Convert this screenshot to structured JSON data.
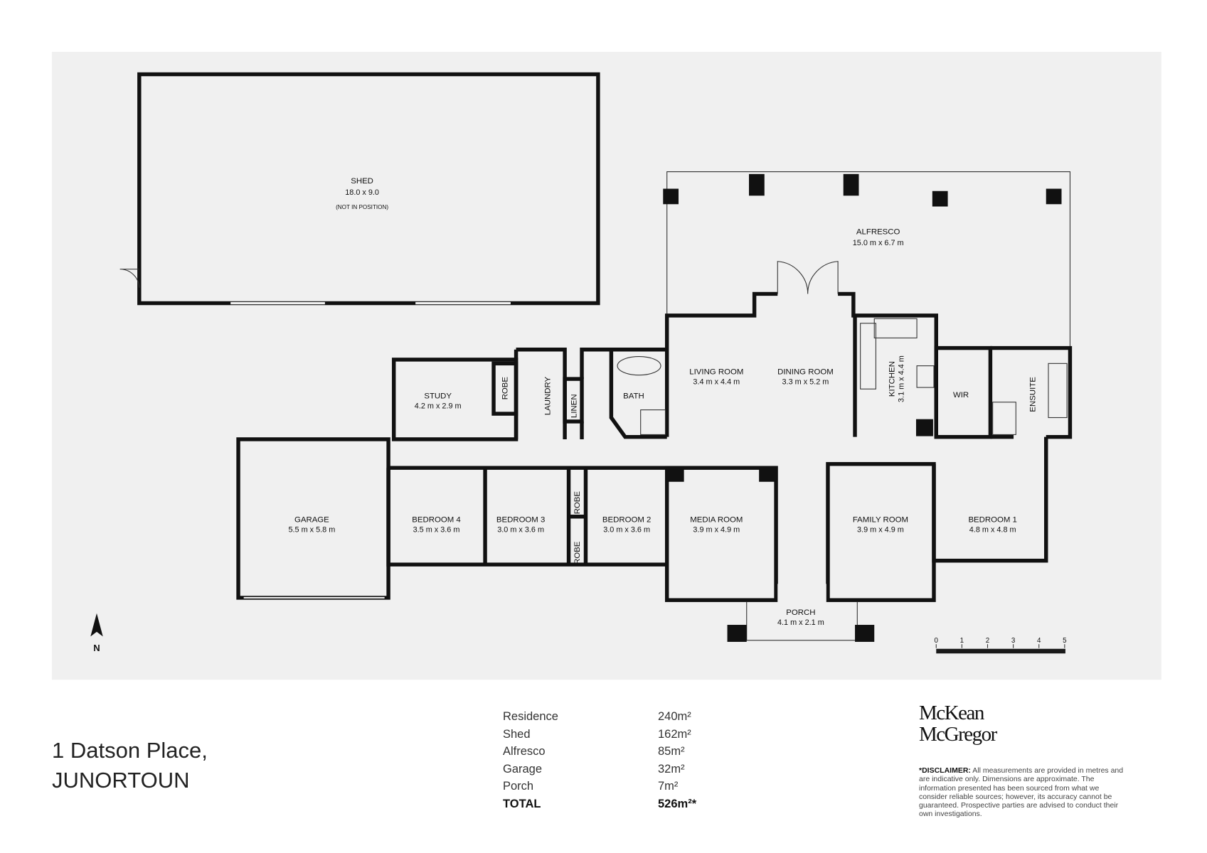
{
  "plan": {
    "rooms": [
      {
        "id": "shed",
        "name": "SHED",
        "dims": "18.0 x 9.0",
        "note": "(NOT IN POSITION)"
      },
      {
        "id": "alfresco",
        "name": "ALFRESCO",
        "dims": "15.0 m x 6.7 m"
      },
      {
        "id": "study",
        "name": "STUDY",
        "dims": "4.2 m x 2.9 m"
      },
      {
        "id": "robe-study",
        "name": "ROBE"
      },
      {
        "id": "laundry",
        "name": "LAUNDRY"
      },
      {
        "id": "linen",
        "name": "LINEN"
      },
      {
        "id": "bath",
        "name": "BATH"
      },
      {
        "id": "living",
        "name": "LIVING ROOM",
        "dims": "3.4 m x 4.4 m"
      },
      {
        "id": "dining",
        "name": "DINING ROOM",
        "dims": "3.3 m x 5.2 m"
      },
      {
        "id": "kitchen",
        "name": "KITCHEN",
        "dims": "3.1 m x 4.4 m"
      },
      {
        "id": "wir",
        "name": "WIR"
      },
      {
        "id": "ensuite",
        "name": "ENSUITE"
      },
      {
        "id": "garage",
        "name": "GARAGE",
        "dims": "5.5 m x 5.8 m"
      },
      {
        "id": "bedroom4",
        "name": "BEDROOM 4",
        "dims": "3.5 m x 3.6 m"
      },
      {
        "id": "bedroom3",
        "name": "BEDROOM 3",
        "dims": "3.0 m x 3.6 m"
      },
      {
        "id": "robe1",
        "name": "ROBE"
      },
      {
        "id": "robe2",
        "name": "ROBE"
      },
      {
        "id": "bedroom2",
        "name": "BEDROOM 2",
        "dims": "3.0 m x 3.6 m"
      },
      {
        "id": "media",
        "name": "MEDIA ROOM",
        "dims": "3.9 m x 4.9 m"
      },
      {
        "id": "family",
        "name": "FAMILY ROOM",
        "dims": "3.9 m x 4.9 m"
      },
      {
        "id": "bedroom1",
        "name": "BEDROOM 1",
        "dims": "4.8 m x 4.8 m"
      },
      {
        "id": "porch",
        "name": "PORCH",
        "dims": "4.1 m x 2.1 m"
      }
    ],
    "north_label": "N",
    "scale_ticks": [
      "0",
      "1",
      "2",
      "3",
      "4",
      "5"
    ],
    "colors": {
      "background": "#f0f0f0",
      "walls": "#111111"
    }
  },
  "address": {
    "line1": "1 Datson Place,",
    "line2": "JUNORTOUN"
  },
  "areas": [
    {
      "label": "Residence",
      "value": "240m²"
    },
    {
      "label": "Shed",
      "value": "162m²"
    },
    {
      "label": "Alfresco",
      "value": "85m²"
    },
    {
      "label": "Garage",
      "value": "32m²"
    },
    {
      "label": "Porch",
      "value": "7m²"
    }
  ],
  "total": {
    "label": "TOTAL",
    "value": "526m²*"
  },
  "brand": {
    "line1": "McKean",
    "line2": "McGregor"
  },
  "disclaimer": {
    "heading": "*DISCLAIMER:",
    "text": " All measurements are provided in metres and are indicative only. Dimensions are approximate. The information presented has been sourced from what we consider reliable sources; however, its accuracy cannot be guaranteed. Prospective parties are advised to conduct their own investigations."
  }
}
